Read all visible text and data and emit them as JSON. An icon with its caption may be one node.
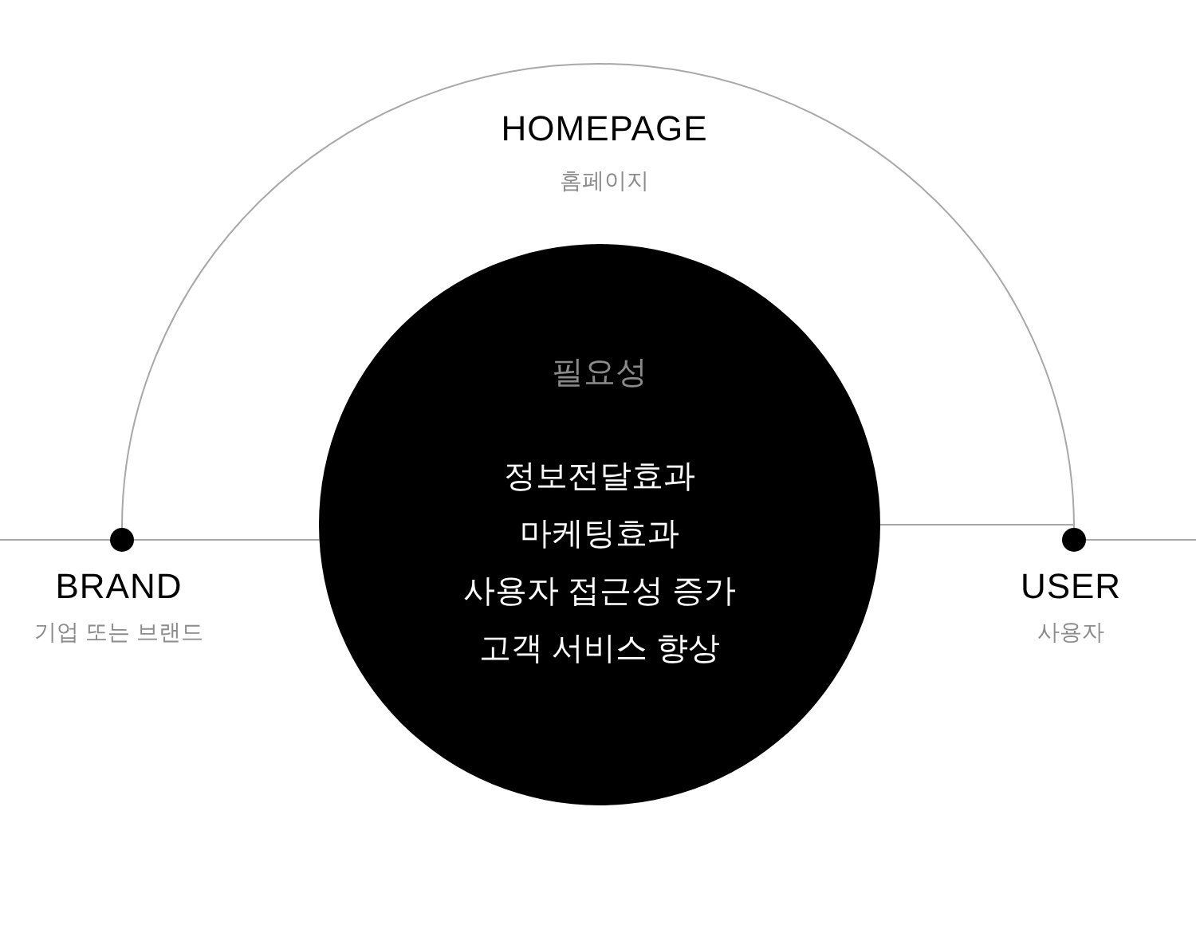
{
  "diagram": {
    "nodes": [
      {
        "text": [],
        "shape": "circle",
        "beside": [
          "BRAND",
          "기업 또는 브랜드"
        ]
      },
      {
        "text": [
          "필요성",
          "정보전달효과",
          "마케팅효과",
          "사용자 접근성 증가",
          "고객 서비스 향상"
        ]
      },
      {
        "text": [],
        "shape": "circle",
        "beside": [
          "USER",
          "사용자"
        ]
      }
    ],
    "edges": [
      {
        "from": 0,
        "to": 2,
        "arrow": "none"
      },
      {
        "from": null,
        "to": 0,
        "arrow": "none"
      },
      {
        "from": 0,
        "to": 1,
        "arrow": "none"
      },
      {
        "from": 1,
        "to": 2,
        "arrow": "none"
      },
      {
        "from": 2,
        "to": null,
        "arrow": "none"
      }
    ],
    "labels": [
      "HOMEPAGE",
      "홈페이지"
    ]
  }
}
